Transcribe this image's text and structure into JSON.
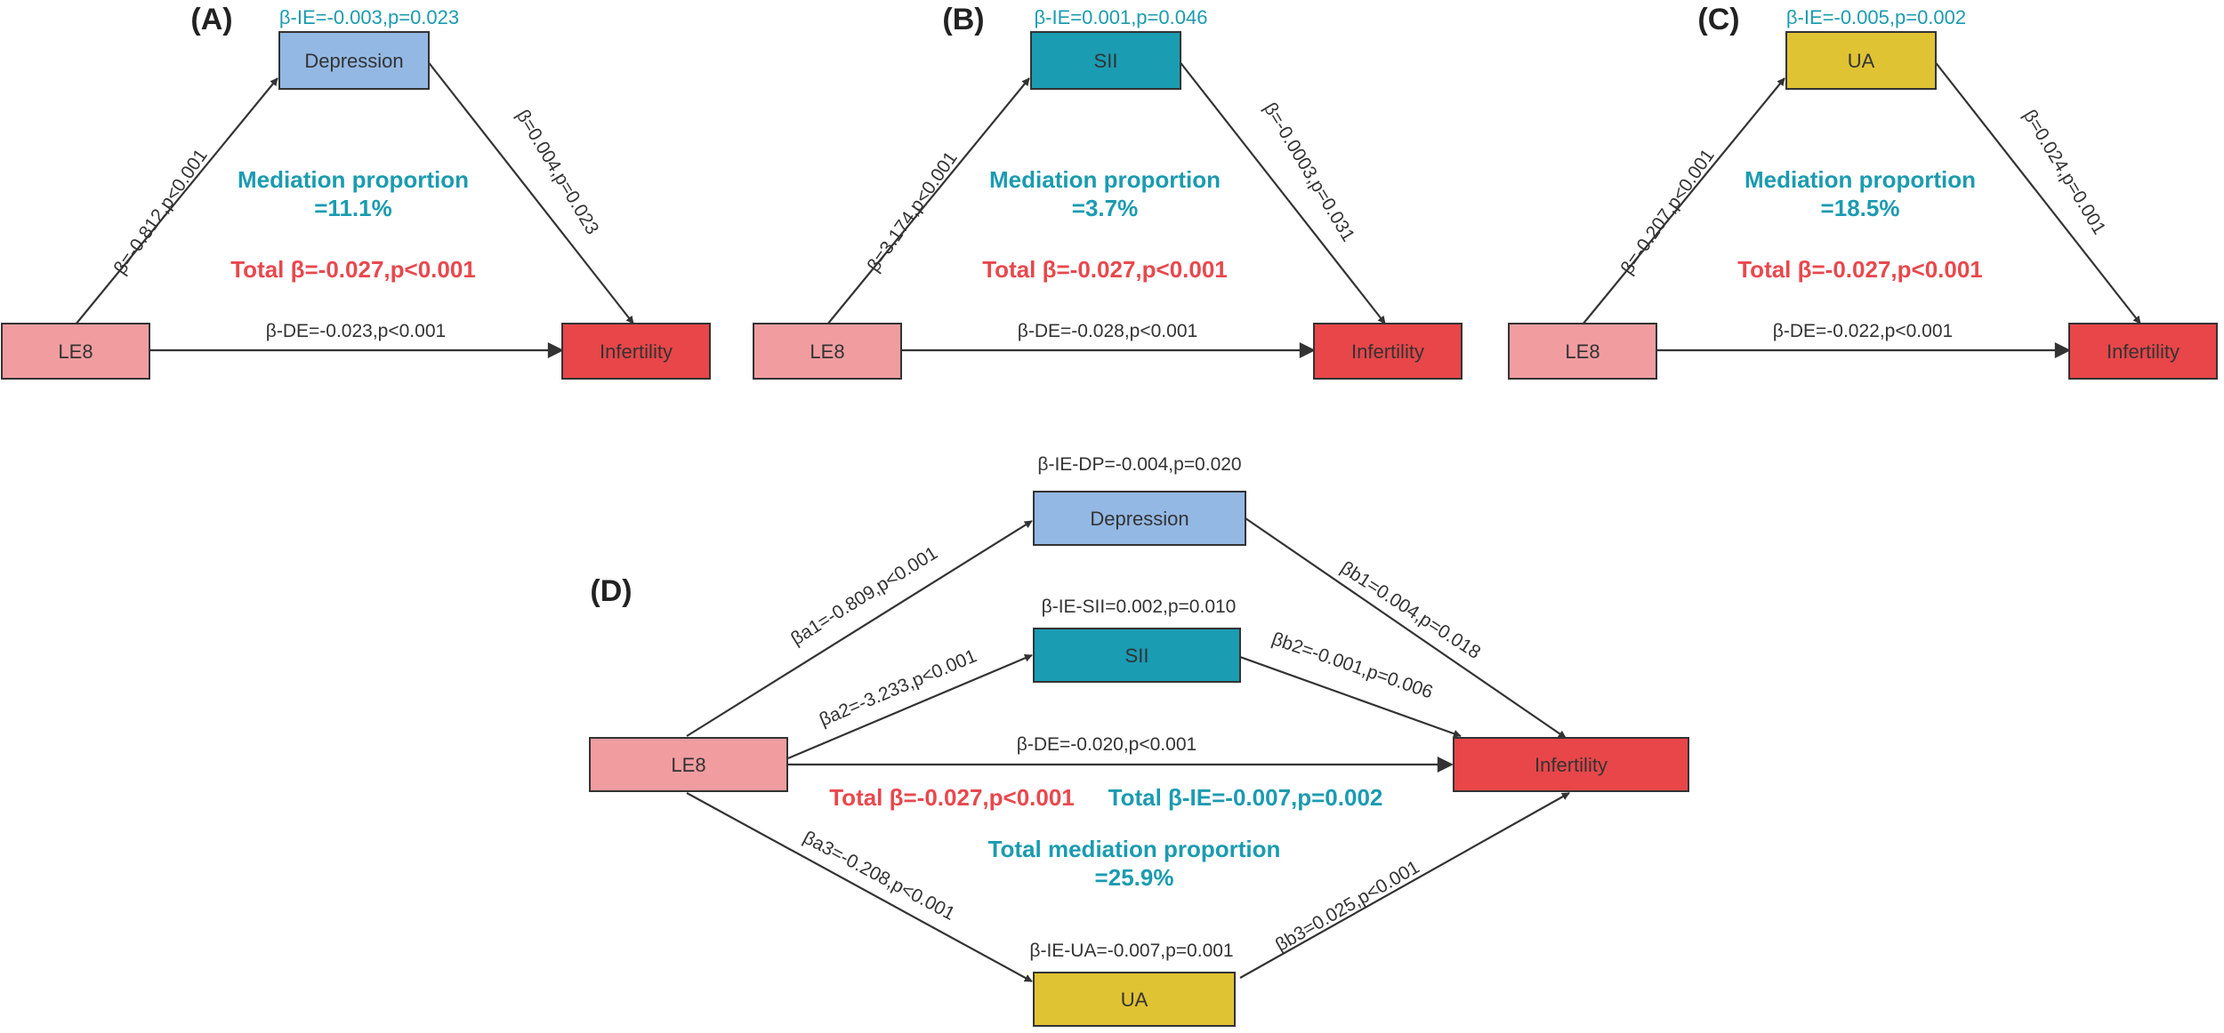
{
  "colors": {
    "le8": "#f19da0",
    "infertility": "#e84649",
    "depression": "#93b8e4",
    "sii": "#1a9cb3",
    "ua": "#dfc332",
    "stroke": "#333333",
    "blue_text": "#1b9bb0",
    "red_text": "#e8484d"
  },
  "panels": [
    {
      "letter": "(A)",
      "mediator": "Depression",
      "mediator_color": "depression",
      "exposure": "LE8",
      "outcome": "Infertility",
      "ie": "β-IE=-0.003,p=0.023",
      "path_a": "β=-0.812,p<0.001",
      "path_b": "β=0.004,p=0.023",
      "de": "β-DE=-0.023,p<0.001",
      "mediation_title": "Mediation proportion",
      "mediation_value": "=11.1%",
      "total": "Total β=-0.027,p<0.001"
    },
    {
      "letter": "(B)",
      "mediator": "SII",
      "mediator_color": "sii",
      "exposure": "LE8",
      "outcome": "Infertility",
      "ie": "β-IE=0.001,p=0.046",
      "path_a": "β=3.174,p<0.001",
      "path_b": "β=-0.0003,p=0.031",
      "de": "β-DE=-0.028,p<0.001",
      "mediation_title": "Mediation proportion",
      "mediation_value": "=3.7%",
      "total": "Total β=-0.027,p<0.001"
    },
    {
      "letter": "(C)",
      "mediator": "UA",
      "mediator_color": "ua",
      "exposure": "LE8",
      "outcome": "Infertility",
      "ie": "β-IE=-0.005,p=0.002",
      "path_a": "β=-0.207,p<0.001",
      "path_b": "β=0.024,p=0.001",
      "de": "β-DE=-0.022,p<0.001",
      "mediation_title": "Mediation proportion",
      "mediation_value": "=18.5%",
      "total": "Total β=-0.027,p<0.001"
    }
  ],
  "panel_d": {
    "letter": "(D)",
    "exposure": "LE8",
    "outcome": "Infertility",
    "depression": "Depression",
    "sii": "SII",
    "ua": "UA",
    "ie_dp": "β-IE-DP=-0.004,p=0.020",
    "ie_sii": "β-IE-SII=0.002,p=0.010",
    "ie_ua": "β-IE-UA=-0.007,p=0.001",
    "a1": "βa1=-0.809,p<0.001",
    "a2": "βa2=-3.233,p<0.001",
    "a3": "βa3=-0.208,p<0.001",
    "b1": "βb1=0.004,p=0.018",
    "b2": "βb2=-0.001,p=0.006",
    "b3": "βb3=0.025,p<0.001",
    "de": "β-DE=-0.020,p<0.001",
    "total": "Total β=-0.027,p<0.001",
    "total_ie": "Total β-IE=-0.007,p=0.002",
    "mediation_title": "Total mediation proportion",
    "mediation_value": "=25.9%"
  }
}
